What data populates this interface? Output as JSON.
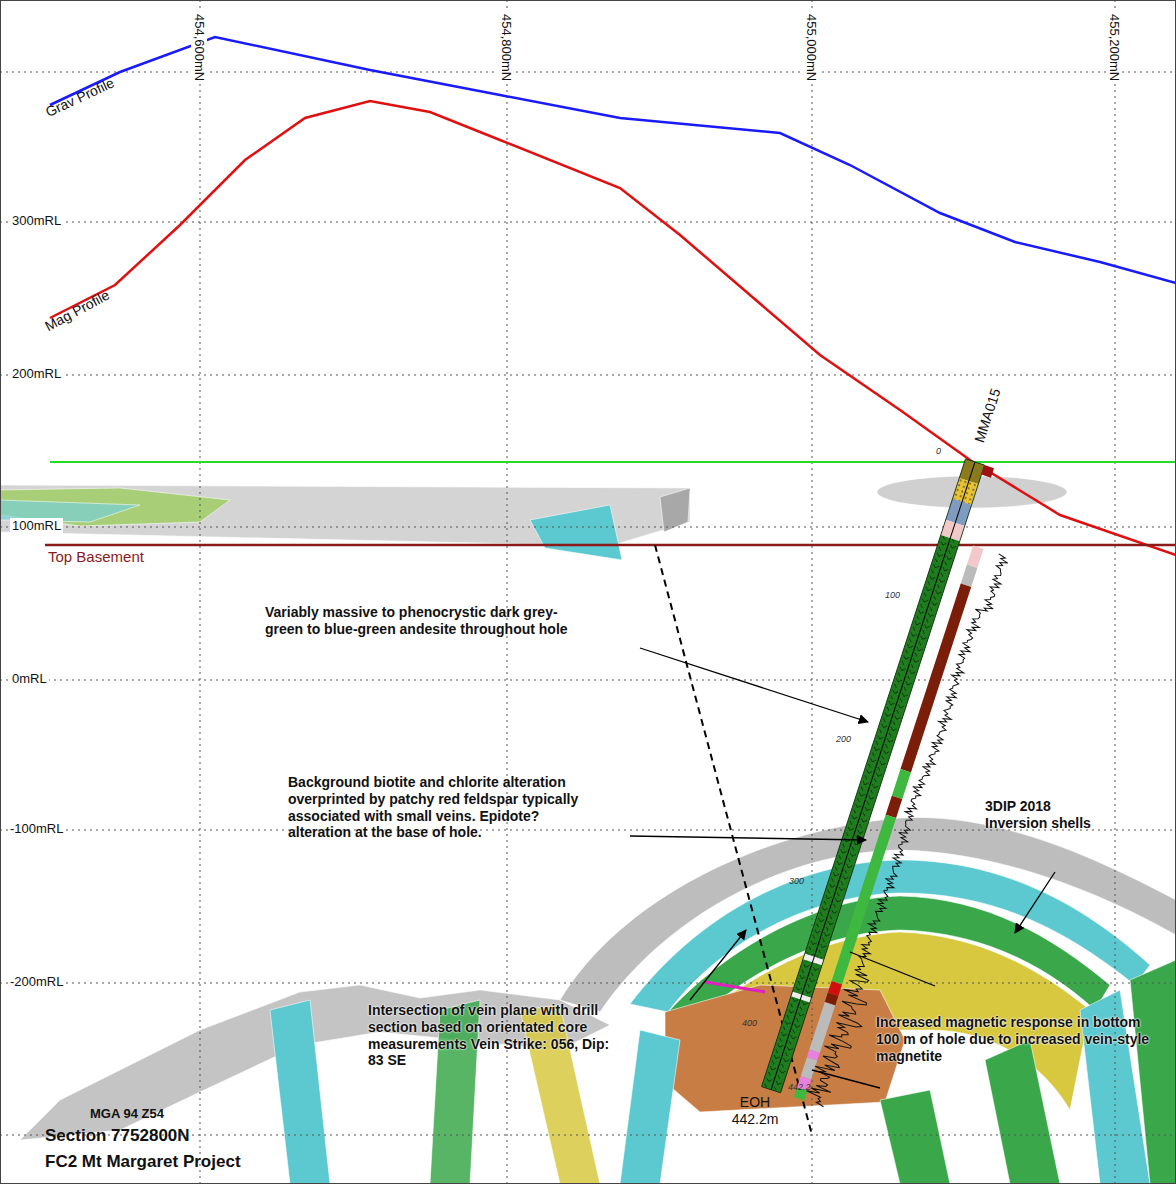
{
  "diagram": {
    "labels": [
      "454,600mN",
      "454,800mN",
      "455,000mN",
      "455,200mN",
      "Grav Profile",
      "Mag Profile",
      "300mRL",
      "200mRL",
      "100mRL",
      "0mRL",
      "-100mRL",
      "-200mRL",
      "Top Basement",
      "MMA015",
      "0",
      "100",
      "200",
      "300",
      "400",
      "442.2",
      "Variably massive to phenocrystic dark grey-green to blue-green andesite throughout hole",
      "Background biotite and chlorite alteration overprinted by patchy red feldspar typically associated with small veins. Epidote? alteration at the base of hole.",
      "3DIP 2018 Inversion shells",
      "Intersection of vein plane with drill section based on orientated core measurements Vein Strike: 056, Dip: 83 SE",
      "Increased magnetic response in bottom 100 m of hole due to increased vein-style magnetite",
      "EOH 442.2m",
      "MGA 94 Z54",
      "Section 7752800N",
      "FC2 Mt Margaret Project"
    ]
  }
}
